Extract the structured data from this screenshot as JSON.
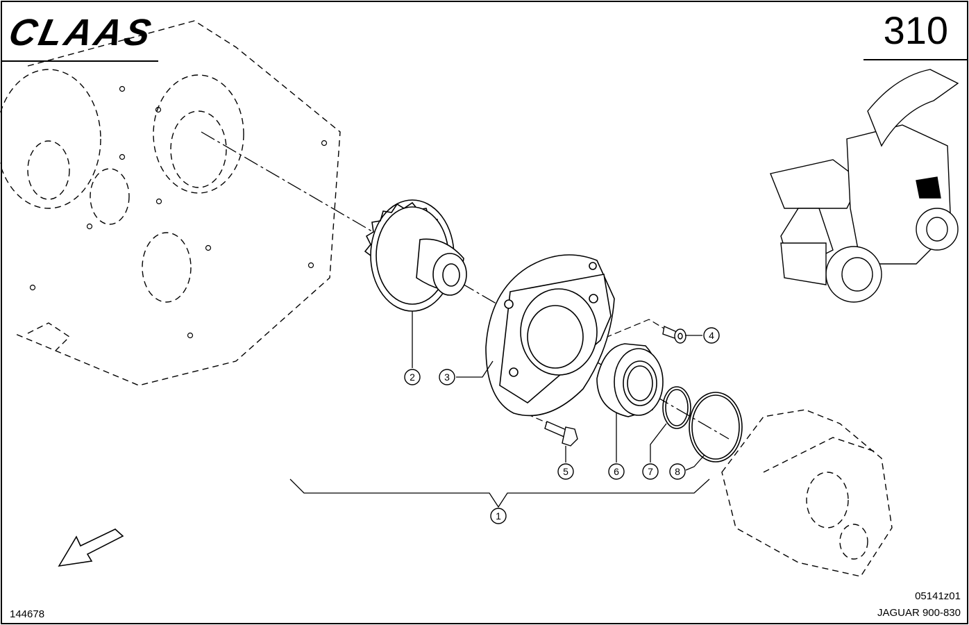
{
  "header": {
    "brand": "CLAAS",
    "page_number": "310"
  },
  "footer": {
    "document_number": "144678",
    "illustration_code": "05141z01",
    "model": "JAGUAR 900-830"
  },
  "callouts": [
    {
      "label": "1",
      "part": "assembly"
    },
    {
      "label": "2",
      "part": "gear"
    },
    {
      "label": "3",
      "part": "flange-housing"
    },
    {
      "label": "4",
      "part": "socket-screw"
    },
    {
      "label": "5",
      "part": "hex-bolt"
    },
    {
      "label": "6",
      "part": "ball-bearing"
    },
    {
      "label": "7",
      "part": "circlip-small"
    },
    {
      "label": "8",
      "part": "circlip-large"
    }
  ],
  "colors": {
    "line": "#000000",
    "background": "#ffffff"
  }
}
